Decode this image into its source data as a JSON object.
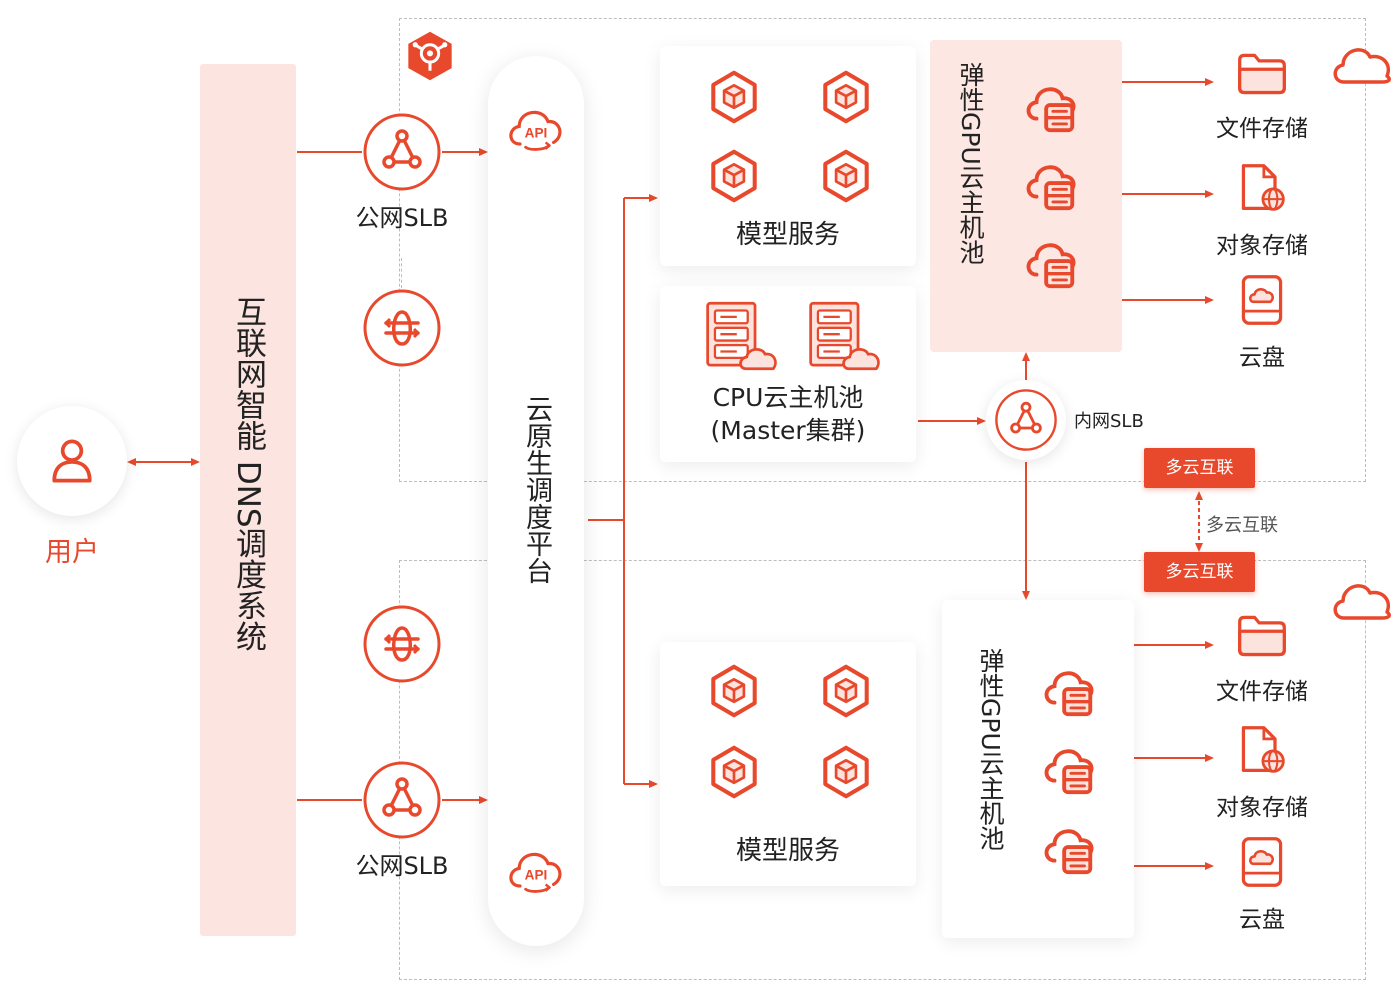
{
  "user": {
    "label": "用户"
  },
  "dns": {
    "label": "互联网智能 DNS调度系统"
  },
  "public_slb": {
    "label": "公网SLB"
  },
  "scheduler": {
    "label": "云原生调度平台",
    "api_label": "API"
  },
  "model_service": {
    "label": "模型服务"
  },
  "cpu_pool": {
    "line1": "CPU云主机池",
    "line2": "(Master集群)"
  },
  "gpu_pool": {
    "label": "弹性GPU云主机池"
  },
  "intranet_slb": {
    "label": "内网SLB"
  },
  "storage": {
    "file": "文件存储",
    "object": "对象存储",
    "disk": "云盘"
  },
  "multicloud": {
    "badge": "多云互联",
    "link": "多云互联"
  },
  "colors": {
    "accent": "#e8492c",
    "pale": "#fde8e4",
    "muted": "#666666"
  },
  "icons": [
    "user-icon",
    "slb-icon",
    "globe-icon",
    "api-cloud-icon",
    "model-cube-icon",
    "server-cloud-icon",
    "gpu-server-cloud-icon",
    "folder-icon",
    "object-file-icon",
    "disk-icon",
    "cloud-icon",
    "hub-logo-icon"
  ]
}
